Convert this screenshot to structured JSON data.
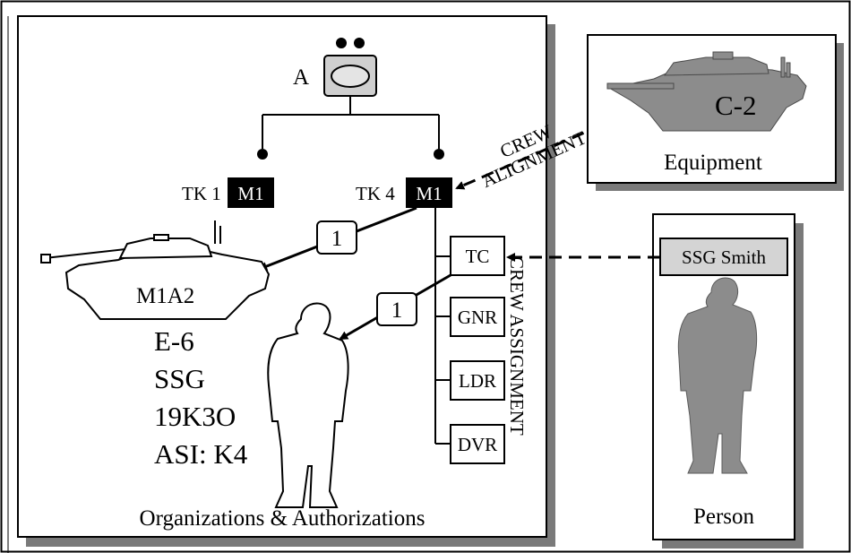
{
  "org_panel": {
    "caption": "Organizations & Authorizations",
    "unit_label": "A",
    "tanks": [
      {
        "name": "TK 1",
        "badge": "M1"
      },
      {
        "name": "TK 4",
        "badge": "M1"
      }
    ],
    "link_count_vehicle": "1",
    "link_count_soldier": "1",
    "vehicle_model": "M1A2",
    "soldier_attributes": [
      "E-6",
      "SSG",
      "19K3O",
      "ASI: K4"
    ],
    "crew_positions": [
      "TC",
      "GNR",
      "LDR",
      "DVR"
    ],
    "crew_assignment_label": "CREW ASSIGNMENT"
  },
  "crew_alignment": {
    "line1": "CREW",
    "line2": "ALIGNMENT"
  },
  "equipment_panel": {
    "title": "Equipment",
    "bumper": "C-2"
  },
  "person_panel": {
    "title": "Person",
    "name": "SSG Smith"
  },
  "colors": {
    "shadow": "#7a7a7a",
    "silhouette": "#8c8c8c",
    "name_box": "#d4d4d4",
    "badge": "#000000"
  }
}
